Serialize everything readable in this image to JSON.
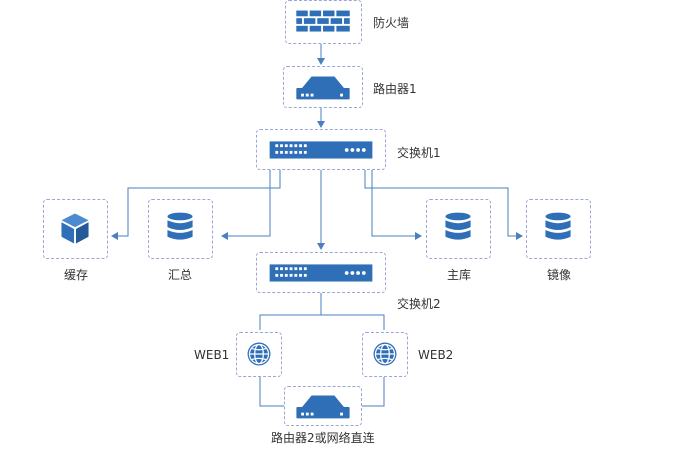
{
  "colors": {
    "accent": "#2f6fb7",
    "line": "#4a7fc0",
    "border": "#9aa6d6",
    "text": "#333333"
  },
  "nodes": {
    "firewall": {
      "label": "防火墙",
      "icon": "firewall-brick-icon"
    },
    "router1": {
      "label": "路由器1",
      "icon": "router-icon"
    },
    "switch1": {
      "label": "交换机1",
      "icon": "switch-icon"
    },
    "cache": {
      "label": "缓存",
      "icon": "cube-icon"
    },
    "summary": {
      "label": "汇总",
      "icon": "database-icon"
    },
    "switch2": {
      "label": "交换机2",
      "icon": "switch-icon"
    },
    "primary": {
      "label": "主库",
      "icon": "database-icon"
    },
    "mirror": {
      "label": "镜像",
      "icon": "database-icon"
    },
    "web1": {
      "label": "WEB1",
      "icon": "globe-icon"
    },
    "web2": {
      "label": "WEB2",
      "icon": "globe-icon"
    },
    "router2": {
      "label": "路由器2或网络直连",
      "icon": "router-icon"
    }
  }
}
